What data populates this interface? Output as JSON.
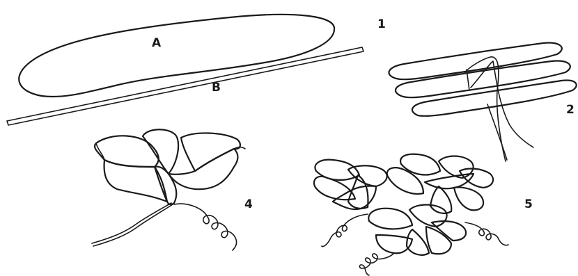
{
  "labels": {
    "part_a": "A",
    "part_b": "B",
    "step_1": "1",
    "step_2": "2",
    "step_4": "4",
    "step_5": "5"
  },
  "colors": {
    "ink": "#1a1a1a",
    "background": "#ffffff"
  }
}
